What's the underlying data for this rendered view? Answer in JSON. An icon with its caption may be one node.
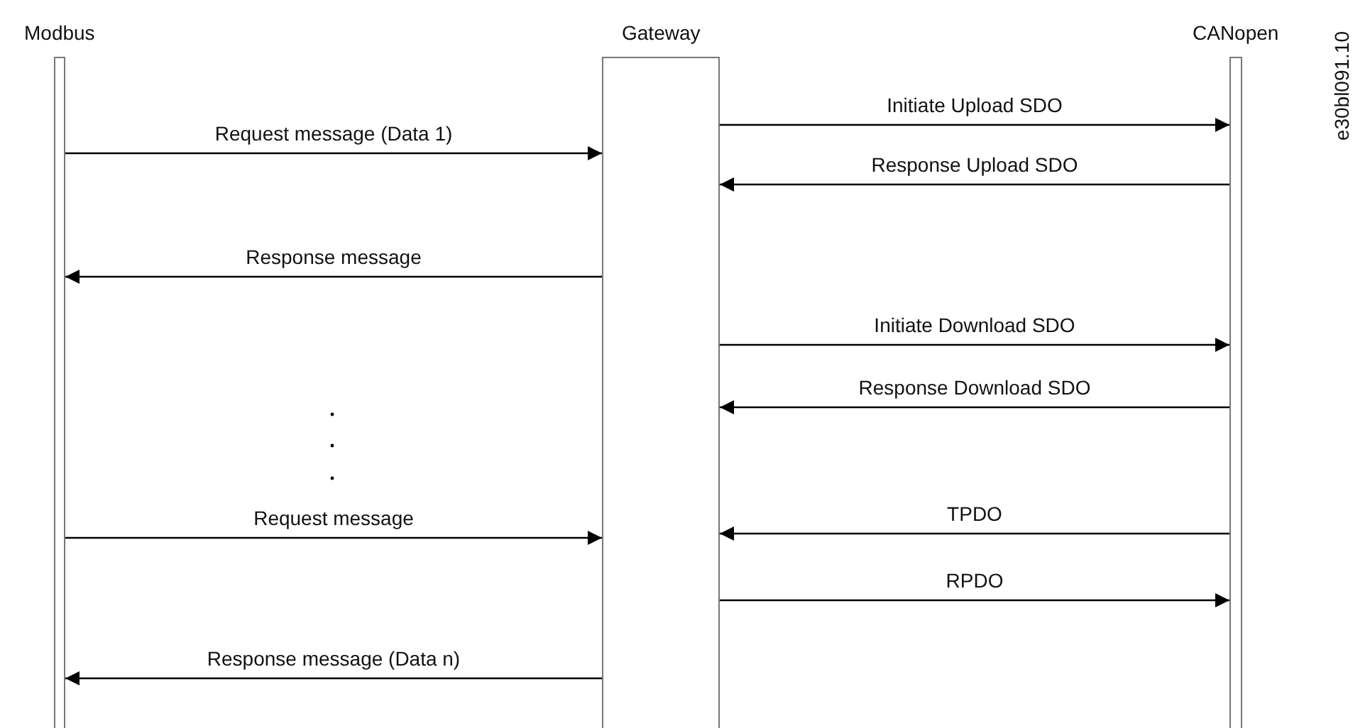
{
  "diagram": {
    "nodes": [
      {
        "text": [
          "Modbus"
        ]
      },
      {
        "text": [
          "Gateway"
        ]
      },
      {
        "text": [
          "CANopen"
        ]
      }
    ],
    "edges": [
      {
        "from": 1,
        "to": 2,
        "arrow": "to",
        "label": "Initiate Upload SDO"
      },
      {
        "from": 0,
        "to": 1,
        "arrow": "to",
        "label": "Request message (Data 1)"
      },
      {
        "from": 2,
        "to": 1,
        "arrow": "to",
        "label": "Response Upload SDO"
      },
      {
        "from": 1,
        "to": 0,
        "arrow": "to",
        "label": "Response message"
      },
      {
        "from": 1,
        "to": 2,
        "arrow": "to",
        "label": "Initiate Download SDO"
      },
      {
        "from": 2,
        "to": 1,
        "arrow": "to",
        "label": "Response Download SDO"
      },
      {
        "from": 0,
        "to": 1,
        "arrow": "to",
        "label": "Request message"
      },
      {
        "from": 2,
        "to": 1,
        "arrow": "to",
        "label": "TPDO"
      },
      {
        "from": 1,
        "to": 2,
        "arrow": "to",
        "label": "RPDO"
      },
      {
        "from": 1,
        "to": 0,
        "arrow": "to",
        "label": "Response message (Data n)"
      }
    ],
    "labels": [
      "e30bl091.10"
    ]
  }
}
